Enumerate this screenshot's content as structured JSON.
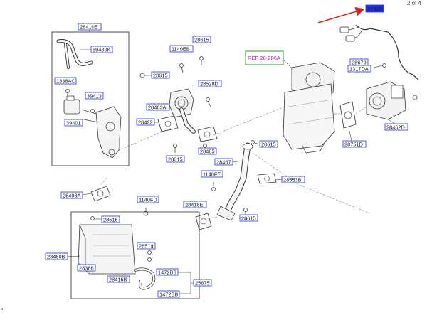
{
  "page_indicator": "2 of 4",
  "highlight_color": "#2233ee",
  "arrow_color": "#e02020",
  "ref_box_color": "#2a9d2a",
  "parts": {
    "p27320": "27320",
    "p28410E": "28410E",
    "p39430K": "39430K",
    "p1338AC": "1338AC",
    "p39413": "39413",
    "p39401": "39401",
    "p26493A": "26493A",
    "p1140EB": "1140EB",
    "p28615_a": "28615",
    "p28615_b": "28615",
    "p28615_c": "28615",
    "p28615_d": "28615",
    "p28615_e": "28615",
    "p28528D": "28528D",
    "p28463A": "28463A",
    "p28492": "28492",
    "p28485": "28485",
    "pREF": "REF 28-286A",
    "p28679": "28679",
    "p1317DA": "1317DA",
    "p28462D": "28462D",
    "p28751D": "28751D",
    "p28467": "28467",
    "p1140FE": "1140FE",
    "p28553B": "28553B",
    "p28418E": "28418E",
    "p1140FD": "1140FD",
    "p28515": "28515",
    "p28460B": "28460B",
    "p28386": "28386",
    "p28519": "28519",
    "p28416B": "28416B",
    "p1472BB_a": "1472BB",
    "p1472BB_b": "1472BB",
    "p25675": "25675"
  }
}
